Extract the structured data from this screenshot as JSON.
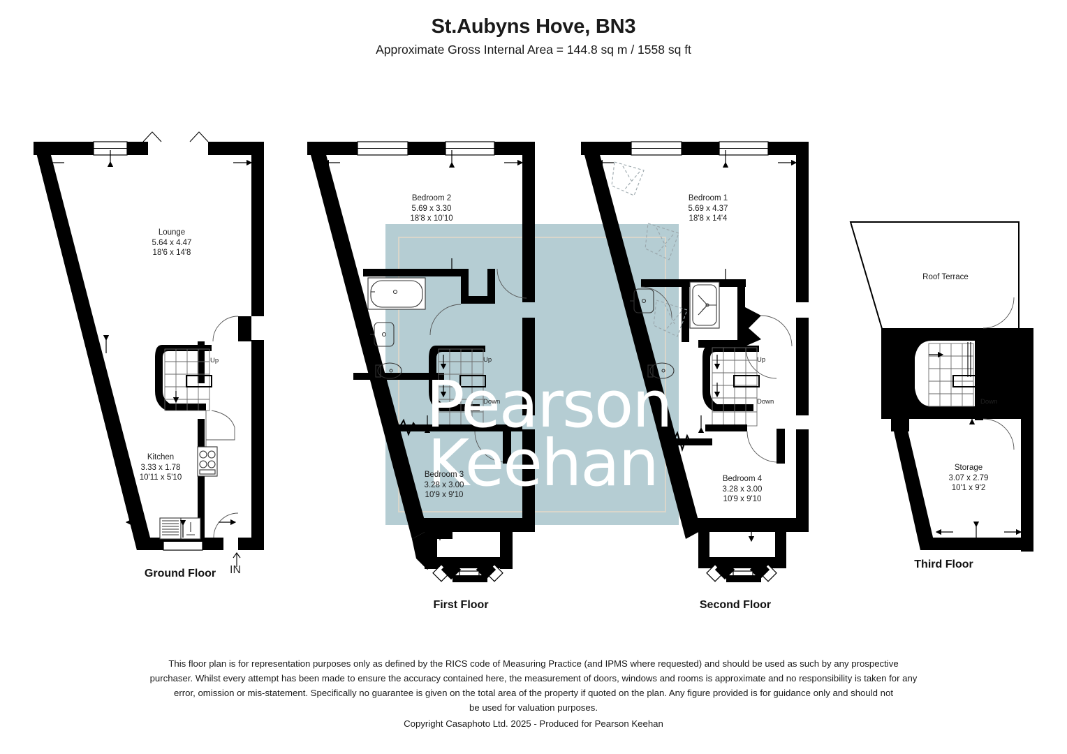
{
  "header": {
    "title": "St.Aubyns Hove, BN3",
    "subtitle": "Approximate Gross Internal Area = 144.8 sq m / 1558 sq ft"
  },
  "watermark": {
    "line1": "Pearson",
    "line2": "Keehan",
    "block_color": "#b5cdd3",
    "text_color": "#ffffff",
    "frame_color": "#d9d6cb"
  },
  "floors": [
    {
      "name": "Ground Floor",
      "label": "Ground Floor",
      "entry_marker": "IN",
      "rooms": [
        {
          "name": "Lounge",
          "metric": "5.64 x 4.47",
          "imperial": "18'6 x 14'8"
        },
        {
          "name": "Kitchen",
          "metric": "3.33 x 1.78",
          "imperial": "10'11 x 5'10"
        }
      ],
      "stair_labels": [
        "Up"
      ]
    },
    {
      "name": "First Floor",
      "label": "First Floor",
      "rooms": [
        {
          "name": "Bedroom 2",
          "metric": "5.69 x 3.30",
          "imperial": "18'8 x 10'10"
        },
        {
          "name": "Bedroom 3",
          "metric": "3.28 x 3.00",
          "imperial": "10'9 x 9'10"
        }
      ],
      "stair_labels": [
        "Up",
        "Down"
      ]
    },
    {
      "name": "Second Floor",
      "label": "Second Floor",
      "rooms": [
        {
          "name": "Bedroom 1",
          "metric": "5.69 x 4.37",
          "imperial": "18'8 x 14'4"
        },
        {
          "name": "Bedroom 4",
          "metric": "3.28 x 3.00",
          "imperial": "10'9 x 9'10"
        }
      ],
      "stair_labels": [
        "Up",
        "Down"
      ]
    },
    {
      "name": "Third Floor",
      "label": "Third Floor",
      "rooms": [
        {
          "name": "Roof Terrace",
          "metric": "",
          "imperial": ""
        },
        {
          "name": "Storage",
          "metric": "3.07 x 2.79",
          "imperial": "10'1 x 9'2"
        }
      ],
      "stair_labels": [
        "Down"
      ]
    }
  ],
  "room_labels": {
    "lounge": {
      "name": "Lounge",
      "metric": "5.64 x 4.47",
      "imperial": "18'6 x 14'8"
    },
    "kitchen": {
      "name": "Kitchen",
      "metric": "3.33 x 1.78",
      "imperial": "10'11 x 5'10"
    },
    "bedroom2": {
      "name": "Bedroom 2",
      "metric": "5.69 x 3.30",
      "imperial": "18'8 x 10'10"
    },
    "bedroom3": {
      "name": "Bedroom 3",
      "metric": "3.28 x 3.00",
      "imperial": "10'9 x 9'10"
    },
    "bedroom1": {
      "name": "Bedroom 1",
      "metric": "5.69 x 4.37",
      "imperial": "18'8 x 14'4"
    },
    "bedroom4": {
      "name": "Bedroom 4",
      "metric": "3.28 x 3.00",
      "imperial": "10'9 x 9'10"
    },
    "roof_terrace": {
      "name": "Roof Terrace",
      "metric": "",
      "imperial": ""
    },
    "storage": {
      "name": "Storage",
      "metric": "3.07 x 2.79",
      "imperial": "10'1 x 9'2"
    }
  },
  "stair_text": {
    "gf_up": "Up",
    "ff_up": "Up",
    "ff_down": "Down",
    "sf_up": "Up",
    "sf_down": "Down",
    "tf_down": "Down"
  },
  "floor_titles": {
    "ground": "Ground Floor",
    "first": "First Floor",
    "second": "Second Floor",
    "third": "Third Floor"
  },
  "entry": {
    "label": "IN"
  },
  "footer": {
    "line1": "This floor plan is for representation purposes only as defined by the RICS code of Measuring Practice (and IPMS where requested) and should be used as such by any prospective",
    "line2": "purchaser. Whilst every attempt has been made to ensure the accuracy contained here, the measurement of doors, windows and rooms is approximate and no responsibility is taken for any",
    "line3": "error, omission or mis-statement. Specifically no guarantee is given on the total area of the property if quoted on the plan. Any figure provided is for guidance only and should not",
    "line4": "be used for valuation purposes.",
    "copyright": "Copyright Casaphoto Ltd. 2025 - Produced for Pearson Keehan"
  },
  "colors": {
    "wall": "#000000",
    "fixture_line": "#1a1a1a",
    "paper": "#ffffff",
    "watermark": "#b5cdd3"
  }
}
